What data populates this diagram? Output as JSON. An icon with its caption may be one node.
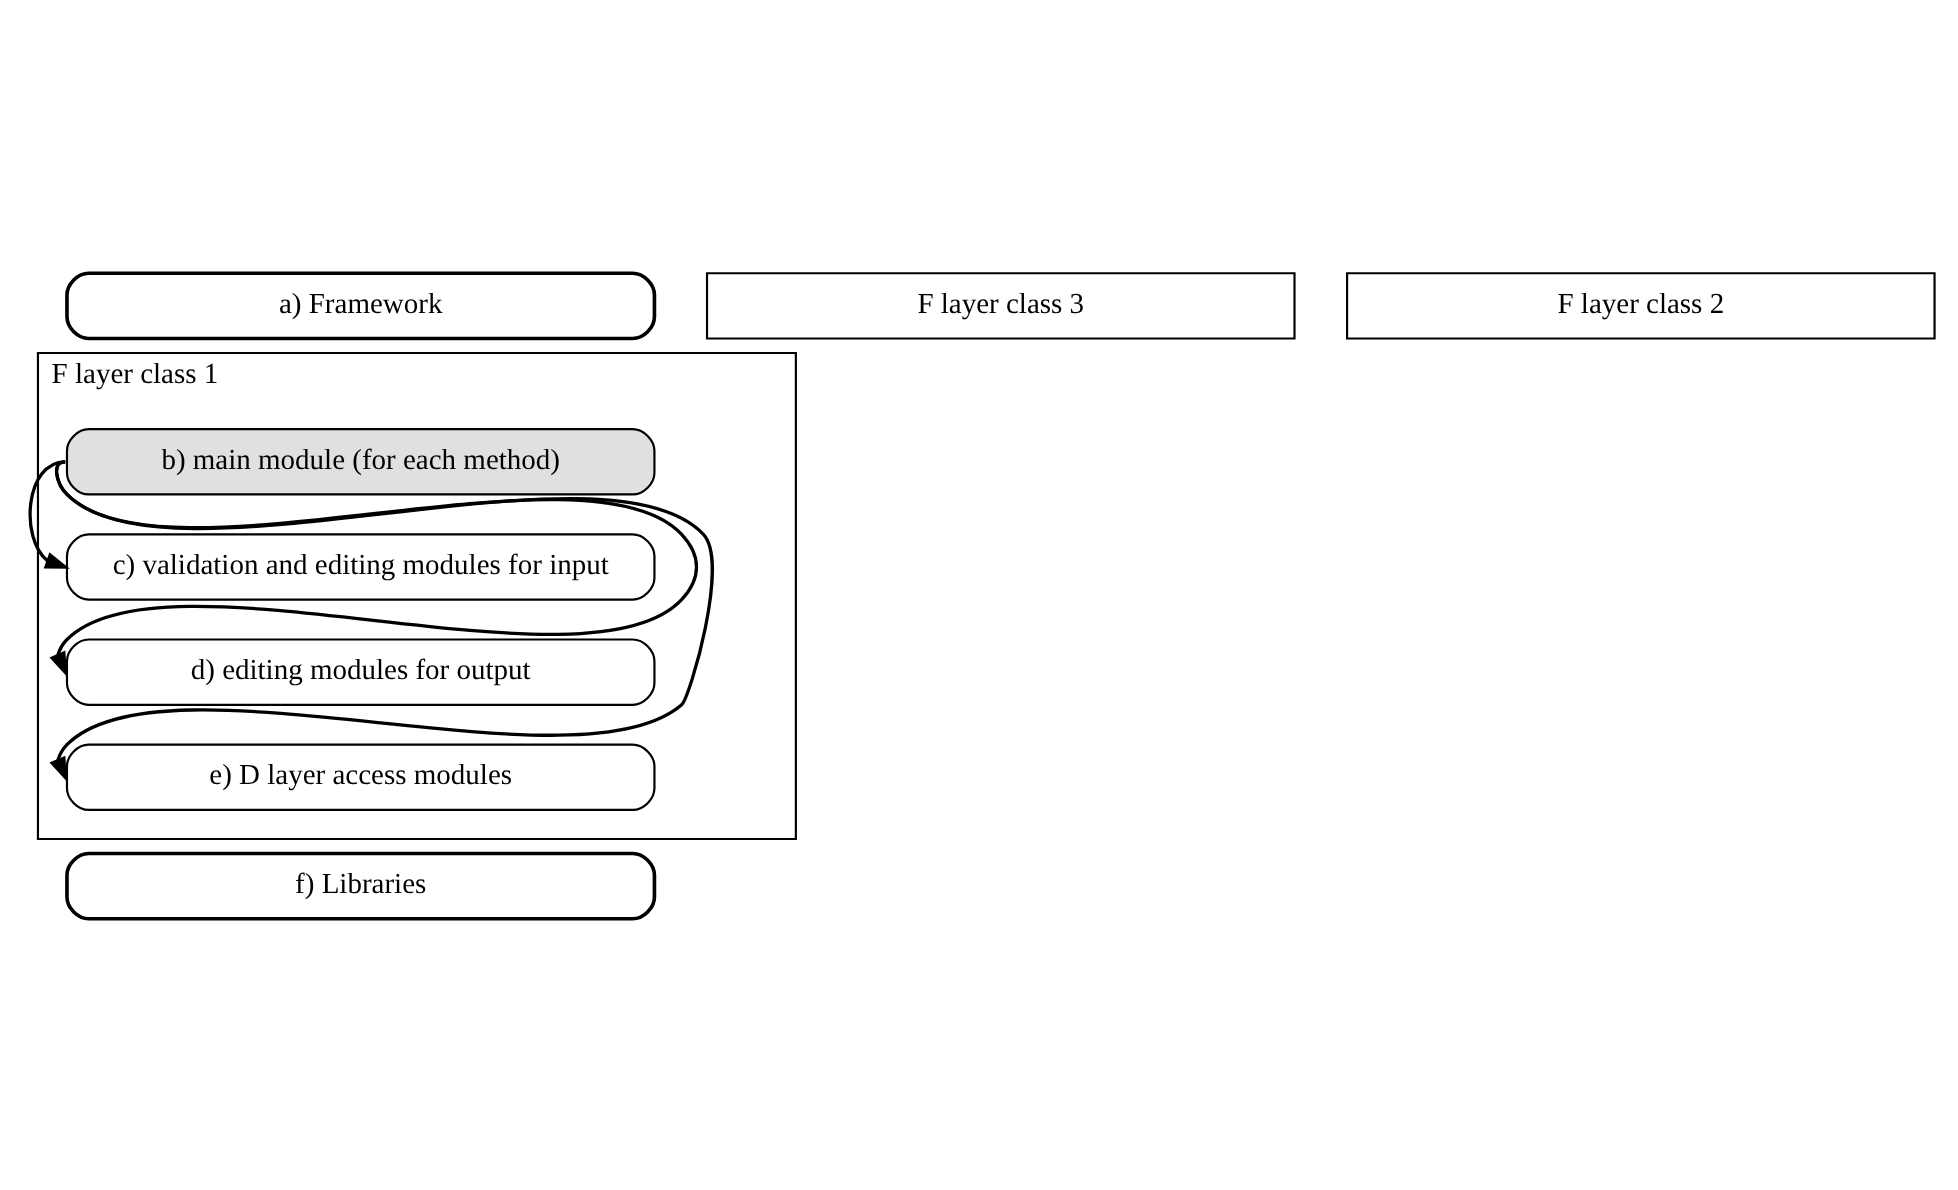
{
  "diagram": {
    "nodes": [
      {
        "text": [
          "a) Framework"
        ]
      },
      {
        "text": [
          "F layer class 3"
        ]
      },
      {
        "text": [
          "F layer class 2"
        ]
      },
      {
        "text": [
          "F layer class 1"
        ]
      },
      {
        "text": [
          "b) main module (for each method)"
        ],
        "in": 3
      },
      {
        "text": [
          "c) validation and editing modules for input"
        ],
        "in": 3
      },
      {
        "text": [
          "d) editing modules for output"
        ],
        "in": 3
      },
      {
        "text": [
          "e) D layer access modules"
        ],
        "in": 3
      },
      {
        "text": [
          "f) Libraries"
        ]
      }
    ],
    "edges": [
      {
        "from": 4,
        "to": 5,
        "arrow": "to"
      },
      {
        "from": 4,
        "to": 6,
        "arrow": "to"
      },
      {
        "from": 4,
        "to": 7,
        "arrow": "to"
      }
    ]
  }
}
